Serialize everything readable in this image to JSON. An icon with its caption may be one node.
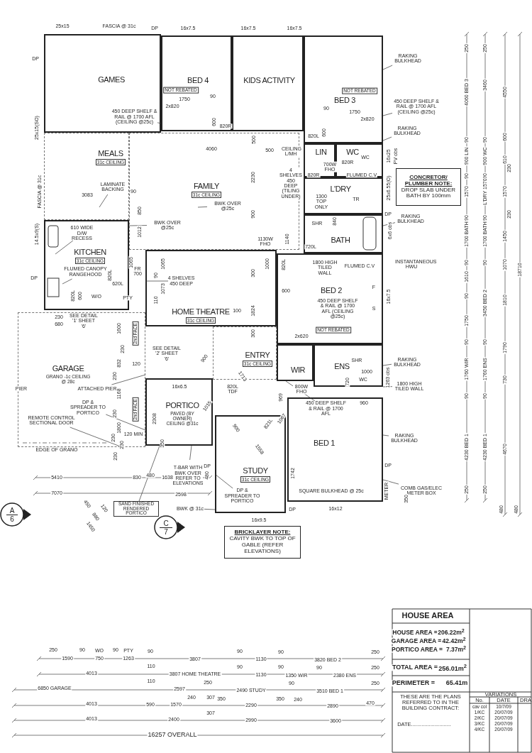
{
  "diagram": {
    "nodes": [
      {
        "text": [
          "GAMES"
        ]
      },
      {
        "text": [
          "BED 4"
        ]
      },
      {
        "text": [
          "KIDS ACTIVITY"
        ]
      },
      {
        "text": [
          "BED 3"
        ]
      },
      {
        "text": [
          "MEALS",
          "31c CEILING"
        ]
      },
      {
        "text": [
          "FAMILY",
          "31c CEILING"
        ]
      },
      {
        "text": [
          "KITCHEN",
          "31c CEILING"
        ]
      },
      {
        "text": [
          "LIN"
        ]
      },
      {
        "text": [
          "WC"
        ]
      },
      {
        "text": [
          "L'DRY"
        ]
      },
      {
        "text": [
          "BATH"
        ]
      },
      {
        "text": [
          "BED 2"
        ]
      },
      {
        "text": [
          "HOME THEATRE",
          "31c CEILING"
        ]
      },
      {
        "text": [
          "ENTRY",
          "31c CEILING"
        ]
      },
      {
        "text": [
          "WIR"
        ]
      },
      {
        "text": [
          "ENS"
        ]
      },
      {
        "text": [
          "GARAGE",
          "GRANO -1c CEILING @ 28c"
        ]
      },
      {
        "text": [
          "PORTICO",
          "PAVED (BY OWNER) CEILING @31c"
        ]
      },
      {
        "text": [
          "STUDY",
          "31c CEILING"
        ]
      },
      {
        "text": [
          "BED 1"
        ]
      },
      {
        "text": [
          "CONCRETOR/ PLUMBER NOTE:",
          "DROP SLAB UNDER BATH BY 100mm"
        ]
      },
      {
        "text": [
          "BRICKLAYER NOTE:",
          "CAVITY BWK TO TOP OF GABLE (REFER ELEVATIONS)"
        ]
      },
      {
        "text": [
          "C",
          "7"
        ]
      },
      {
        "text": [
          "A",
          "6"
        ]
      },
      {
        "text": [
          "RAKING BULKHEAD"
        ]
      },
      {
        "text": [
          "450 DEEP SHELF & RAIL @ 1700 AFL (CEILING @25c)"
        ]
      },
      {
        "text": [
          "RAKING BULKHEAD"
        ]
      },
      {
        "text": [
          "RAKING BULKHEAD"
        ]
      },
      {
        "text": [
          "RAKING BULKHEAD"
        ]
      },
      {
        "text": [
          "1800 HIGH TILED WALL"
        ]
      },
      {
        "text": [
          "RAKING BULKHEAD"
        ]
      },
      {
        "text": [
          "COMB GAS/ELEC METER BOX"
        ]
      },
      {
        "text": [
          "450 DEEP SHELF & RAIL @ 1700 AFL (CEILING @25c)"
        ],
        "in": 0
      },
      {
        "text": [
          "SAND FINISHED RENDERED PORTICO"
        ]
      },
      {
        "text": [
          "BWK @ 31c"
        ]
      },
      {
        "text": [
          "450 DEEP SHELF & RAIL @ 1700 AFL"
        ],
        "in": 19
      },
      {
        "text": [
          "DP & SPREADER TO PORTICO"
        ],
        "in": 16
      },
      {
        "text": [
          "DP & SPREADER TO PORTICO"
        ],
        "in": 18
      },
      {
        "text": [
          "ATTACHED PIER"
        ],
        "in": 16
      },
      {
        "text": [
          "REMOTE CONTROL SECTIONAL DOOR"
        ],
        "in": 16
      },
      {
        "text": [
          "T-BAR WITH BWK OVER REFER TO ELEVATIONS"
        ]
      },
      {
        "text": [
          "LAMINATE BACKING"
        ],
        "in": 4
      },
      {
        "text": [
          "610 WIDE D/W RECESS"
        ],
        "in": 6
      },
      {
        "text": [
          "FLUMED CANOPY RANGEHOOD"
        ],
        "in": 6
      },
      {
        "text": [
          "BWK OVER @25c"
        ],
        "in": 5
      },
      {
        "text": [
          "BWK OVER @25c"
        ],
        "in": 5
      },
      {
        "text": [
          "4 SHELVES 450 DEEP"
        ],
        "in": 12
      }
    ],
    "edges": [
      {
        "from": 24,
        "to": 3,
        "arrow": "none"
      },
      {
        "from": 25,
        "to": 3,
        "arrow": "none"
      },
      {
        "from": 26,
        "to": 3,
        "arrow": "none"
      },
      {
        "from": 27,
        "to": 10,
        "arrow": "none"
      },
      {
        "from": 28,
        "to": 15,
        "arrow": "none"
      },
      {
        "from": 29,
        "to": 15,
        "arrow": "none"
      },
      {
        "from": 30,
        "to": 19,
        "arrow": "none"
      },
      {
        "from": 31,
        "to": 19,
        "arrow": "none"
      },
      {
        "from": 32,
        "to": 1,
        "arrow": "none"
      },
      {
        "from": 33,
        "to": 17,
        "arrow": "none"
      },
      {
        "from": 34,
        "to": 18,
        "arrow": "none"
      },
      {
        "from": 35,
        "to": 14,
        "arrow": "none"
      },
      {
        "from": 36,
        "to": 16,
        "arrow": "none"
      },
      {
        "from": 37,
        "to": 18,
        "arrow": "none"
      },
      {
        "from": 38,
        "to": 16,
        "arrow": "none"
      },
      {
        "from": 39,
        "to": 16,
        "arrow": "none"
      },
      {
        "from": 40,
        "to": 17,
        "arrow": "none"
      },
      {
        "from": 41,
        "to": null,
        "arrow": "none"
      },
      {
        "from": 42,
        "to": null,
        "arrow": "none"
      },
      {
        "from": 43,
        "to": null,
        "arrow": "none"
      },
      {
        "from": 44,
        "to": null,
        "arrow": "none"
      },
      {
        "from": 45,
        "to": 5,
        "arrow": "none"
      },
      {
        "from": 46,
        "to": 12,
        "arrow": "none"
      }
    ],
    "labels": [
      "25x15",
      "FASCIA @ 31c",
      "DP",
      "16x7.5",
      "16x7.5",
      "16x7.5",
      "DP",
      "25x15(SO)",
      "FASCIA @ 31c",
      "14.5x9(S)",
      "DP",
      "NOT REBATED",
      "1750",
      "2x820",
      "90",
      "600",
      "820R",
      "NOT REBATED",
      "90",
      "1750",
      "2x820",
      "820L",
      "600",
      "4060",
      "500",
      "500",
      "CEILING L/MH",
      "4 SHELVES 450 DEEP (TILING UNDER)",
      "2230",
      "3083",
      "90",
      "850",
      "1012",
      "900",
      "1130W FHO",
      "1140",
      "1000",
      "820L",
      "700W FHO",
      "820R",
      "820R",
      "FLUMED C.V",
      "WC",
      "1300 TOP ONLY",
      "TR",
      "SHR",
      "840",
      "720L",
      "1800 HIGH TILED WALL",
      "FLUMED C.V",
      "16x25",
      "PV obs",
      "25x6.55(O)",
      "DP",
      "6x6 obs",
      "INSTANTANEOUS HWU",
      "16x7.5",
      "F",
      "S",
      "600",
      "450 DEEP SHELF & RAIL @ 1700 AFL (CEILING @25c)",
      "NOT REBATED",
      "2x620",
      "FR 700",
      "1065",
      "820L",
      "620L",
      "1065",
      "90",
      "1073",
      "110",
      "820L",
      "600",
      "W/O",
      "PTY",
      "100",
      "300",
      "1824",
      "300",
      "230",
      "680",
      "SEE DETAIL '1' SHEET '6'",
      "1600",
      "2nd FACE",
      "230",
      "832",
      "120",
      "230",
      "1168",
      "230",
      "2nd FACE",
      "1800",
      "120 MIN",
      "230",
      "230",
      "230",
      "PIER",
      "EDGE OF GRANO",
      "SEE DETAIL '2' SHEET '6'",
      "900",
      "1713",
      "820L TDF",
      "16x6.5",
      "1015",
      "2308",
      "350",
      "DP",
      "480",
      "900",
      "1558",
      "821L",
      "1067",
      "800W FHO",
      "969",
      "SHR",
      "720",
      "1000",
      "WC",
      "1263 obs",
      "960",
      "1742",
      "SQUARE BULKHEAD @ 25c",
      "DP",
      "METER",
      "350",
      "DP",
      "16x12",
      "16x9.5",
      "5410",
      "830",
      "480",
      "1638",
      "7070",
      "2598",
      "450",
      "120",
      "880",
      "1450",
      "250",
      "4060 BED 3",
      "90",
      "900 LIN",
      "90",
      "1570",
      "90",
      "1700 BATH",
      "90",
      "1610",
      "90",
      "1750",
      "90",
      "1760 WIR",
      "90",
      "4230 BED 1",
      "250",
      "250",
      "3460",
      "90",
      "900 WC",
      "90",
      "L'DRY 1570",
      "90",
      "1700 BATH",
      "90",
      "3450 BED 2",
      "90",
      "1760 ENS",
      "90",
      "4230 BED 1",
      "250",
      "4550",
      "600",
      "610",
      "230",
      "1570",
      "230",
      "1450",
      "1070",
      "1810",
      "1790",
      "730",
      "4670",
      "480",
      "18710",
      "480",
      "250",
      "1590",
      "90",
      "WO",
      "750",
      "90",
      "PTY",
      "1263",
      "90",
      "3807",
      "90",
      "1130",
      "90",
      "3820 BED 2",
      "250",
      "4013",
      "110",
      "3807 HOME THEATRE",
      "90",
      "1130",
      "90",
      "1350 WIR",
      "90",
      "2380 ENS",
      "250",
      "6850 GARAGE",
      "110",
      "2597",
      "250",
      "2490 STUDY",
      "90",
      "3510 BED 1",
      "250",
      "4013",
      "590",
      "1570",
      "240",
      "307",
      "350",
      "2290",
      "350",
      "240",
      "2890",
      "470",
      "4013",
      "2400",
      "307",
      "2990",
      "3600",
      "16257 OVERALL",
      "HOUSE AREA",
      "HOUSE AREA =",
      "206.22m$^{2}$",
      "GARAGE AREA =",
      "42.42m$^{2}$",
      "PORTICO AREA =",
      "7.37m$^{2}$",
      "TOTAL AREA =",
      "256.01m$^{2}$",
      "PERIMETER =",
      "65.41m",
      "THESE ARE THE PLANS REFERRED TO IN THE BUILDING CONTRACT:",
      "DATE...........................",
      "VARIATIONS",
      "No.",
      "DATE",
      "DRA",
      "cav col",
      "10/7/09",
      "1/KC",
      "20/07/09",
      "2/KC",
      "20/07/09",
      "3/KC",
      "20/07/09",
      "4/KC",
      "20/07/09"
    ]
  }
}
